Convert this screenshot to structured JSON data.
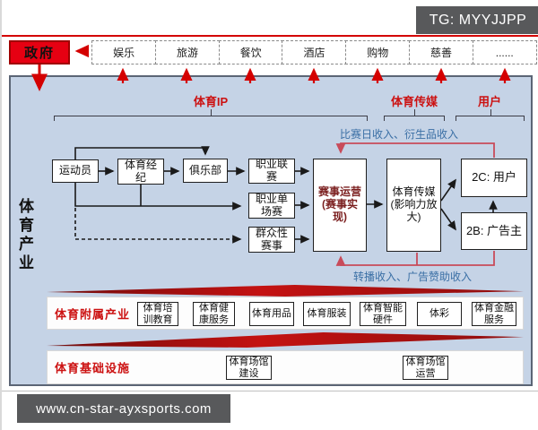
{
  "header": {
    "telegram_badge": "TG: MYYJJPP",
    "government": "政府",
    "related_industries": [
      "娱乐",
      "旅游",
      "餐饮",
      "酒店",
      "购物",
      "慈善",
      "......"
    ]
  },
  "diagram": {
    "side_title": "体育产业",
    "sections": {
      "ip": "体育IP",
      "media": "体育传媒",
      "user": "用户"
    },
    "nodes": {
      "athlete": "运动员",
      "agency": "体育经纪",
      "club": "俱乐部",
      "pro_league": "职业联赛",
      "single_match": "职业单场赛",
      "mass_events": "群众性赛事",
      "operation_line1": "赛事运营",
      "operation_line2": "(赛事实现)",
      "media_line1": "体育传媒",
      "media_line2": "(影响力放大)",
      "to_c": "2C: 用户",
      "to_b": "2B: 广告主"
    },
    "revenue_top": "比赛日收入、衍生品收入",
    "revenue_bottom": "转播收入、广告赞助收入",
    "ancillary": {
      "label": "体育附属产业",
      "items": [
        "体育培训教育",
        "体育健康服务",
        "体育用品",
        "体育服装",
        "体育智能硬件",
        "体彩",
        "体育金融服务"
      ]
    },
    "infrastructure": {
      "label": "体育基础设施",
      "items": [
        "体育场馆建设",
        "体育场馆运营"
      ]
    }
  },
  "footer": {
    "website": "www.cn-star-ayxsports.com"
  },
  "colors": {
    "accent_red": "#d40000",
    "revenue_line_red": "#c84b5a",
    "revenue_text_blue": "#3a6fa5",
    "panel_blue": "#c5d3e6",
    "badge_gray": "#58595b",
    "wedge_red": "#a50f0f",
    "government_red": "#e60012"
  }
}
